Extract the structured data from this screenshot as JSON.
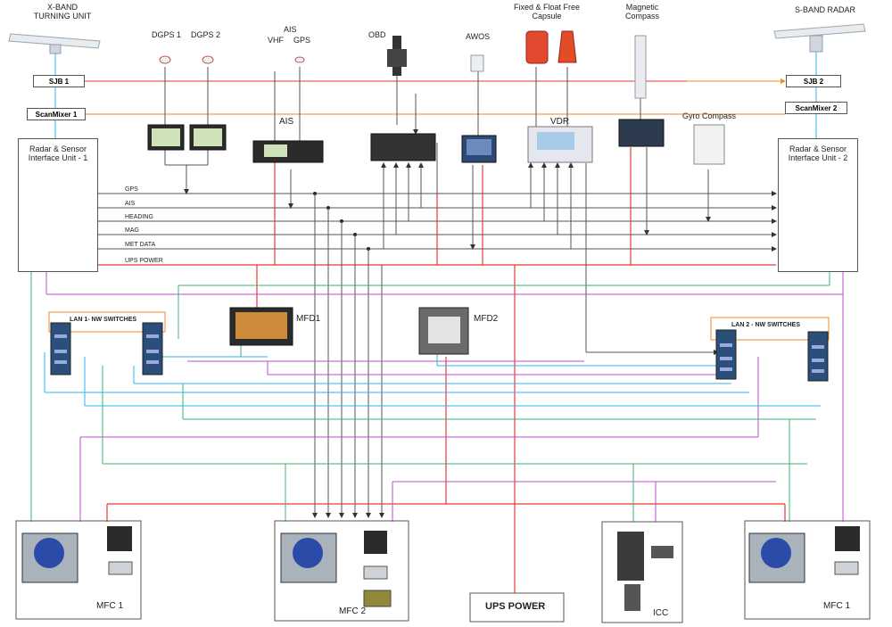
{
  "equipment": {
    "xband_title": "X-BAND\nTURNING UNIT",
    "sband_title": "S-BAND RADAR",
    "sjb1": "SJB 1",
    "sjb2": "SJB 2",
    "scanmixer1": "ScanMixer 1",
    "scanmixer2": "ScanMixer 2",
    "rsiu1": "Radar & Sensor\nInterface Unit - 1",
    "rsiu2": "Radar & Sensor\nInterface Unit - 2",
    "dgps1": "DGPS 1",
    "dgps2": "DGPS 2",
    "ais_antenna": "AIS",
    "vhf": "VHF",
    "gps": "GPS",
    "ais_unit": "AIS",
    "obd": "OBD",
    "awos": "AWOS",
    "vdr_capsule": "Fixed & Float Free\nCapsule",
    "vdr": "VDR",
    "magnetic_compass": "Magnetic\nCompass",
    "gyro_compass": "Gyro Compass",
    "lan1": "LAN 1- NW SWITCHES",
    "lan2": "LAN 2 - NW SWITCHES",
    "mfd1": "MFD1",
    "mfd2": "MFD2",
    "mfc1_left": "MFC 1",
    "mfc2": "MFC 2",
    "ups": "UPS POWER",
    "icc": "ICC",
    "mfc1_right": "MFC 1"
  },
  "bus_lines": [
    "GPS",
    "AIS",
    "HEADING",
    "MAG",
    "MET DATA",
    "UPS POWER"
  ],
  "colors": {
    "power": "#e53935",
    "lan1": "#29b6f6",
    "lan_green": "#3cb371",
    "lan_purple": "#b84fc9",
    "signal": "#555555",
    "orange": "#f08a24",
    "panel_border": "#555555"
  },
  "icons": [
    "radar-antenna-icon",
    "gps-antenna-icon",
    "display-icon",
    "switch-icon",
    "console-icon",
    "chair-icon"
  ]
}
